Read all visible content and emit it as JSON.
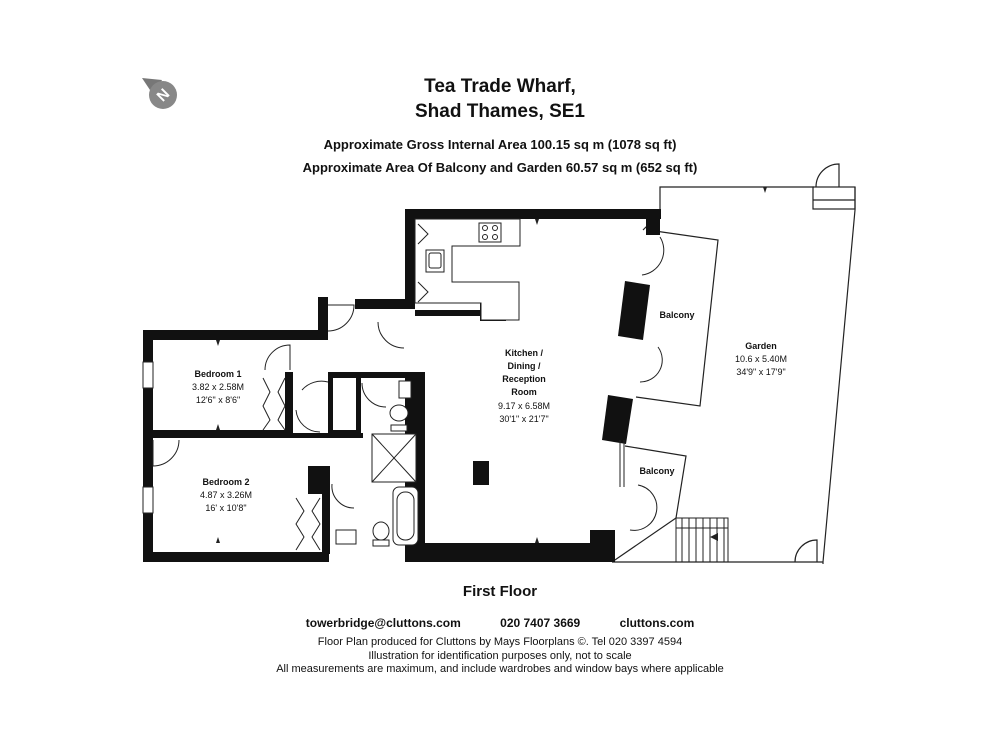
{
  "header": {
    "title_line1": "Tea Trade Wharf,",
    "title_line2": "Shad Thames, SE1",
    "gross_area": "Approximate Gross Internal Area  100.15 sq m  (1078 sq ft)",
    "outdoor_area": "Approximate Area Of Balcony and Garden 60.57 sq m  (652 sq ft)"
  },
  "rooms": {
    "bedroom1": {
      "name": "Bedroom 1",
      "metric": "3.82 x 2.58M",
      "imperial": "12'6\" x 8'6\""
    },
    "bedroom2": {
      "name": "Bedroom 2",
      "metric": "4.87 x 3.26M",
      "imperial": "16' x 10'8\""
    },
    "kitchen": {
      "name_line1": "Kitchen /",
      "name_line2": "Dining /",
      "name_line3": "Reception",
      "name_line4": "Room",
      "metric": "9.17 x 6.58M",
      "imperial": "30'1\" x 21'7\""
    },
    "balcony1": {
      "name": "Balcony"
    },
    "balcony2": {
      "name": "Balcony"
    },
    "garden": {
      "name": "Garden",
      "metric": "10.6 x 5.40M",
      "imperial": "34'9\" x 17'9\""
    }
  },
  "compass": {
    "icon": "north-compass-icon",
    "letter": "N"
  },
  "footer": {
    "floor": "First Floor",
    "email": "towerbridge@cluttons.com",
    "phone": "020 7407 3669",
    "website": "cluttons.com",
    "note1": "Floor Plan produced for Cluttons by Mays Floorplans ©. Tel 020 3397 4594",
    "note2": "Illustration for identification purposes only, not to scale",
    "note3": "All measurements are maximum, and include wardrobes and window bays where applicable"
  }
}
